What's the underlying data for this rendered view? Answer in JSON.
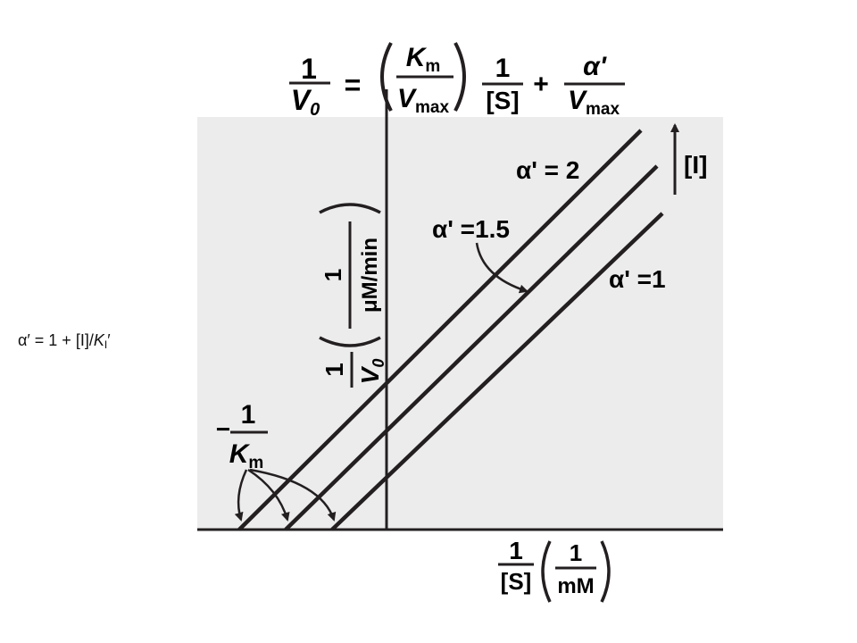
{
  "equation": {
    "one": "1",
    "v0": "V",
    "v0_sub": "0",
    "equals": "=",
    "km": "K",
    "km_sub": "m",
    "vmax": "V",
    "vmax_sub": "max",
    "substrate": "[S]",
    "plus": "+",
    "alpha_prime": "α'"
  },
  "y_axis": {
    "one": "1",
    "v": "V",
    "v_sub": "0",
    "unit_one": "1",
    "unit": "μM/min"
  },
  "x_axis": {
    "one": "1",
    "substrate": "[S]",
    "unit_one": "1",
    "unit": "mM"
  },
  "intercept_label": {
    "minus": "−",
    "one": "1",
    "k": "K",
    "k_sub": "m"
  },
  "lines": [
    {
      "label": "α' = 2"
    },
    {
      "label": "α' =1.5"
    },
    {
      "label": "α' =1"
    }
  ],
  "inhibitor_arrow_label": "[I]",
  "alpha_definition": {
    "lhs": "α′",
    "middle": " = 1 + [I]/",
    "k": "K",
    "k_sub": "I",
    "prime": "′"
  },
  "colors": {
    "plot_background": "#ececec",
    "line": "#231f20"
  }
}
